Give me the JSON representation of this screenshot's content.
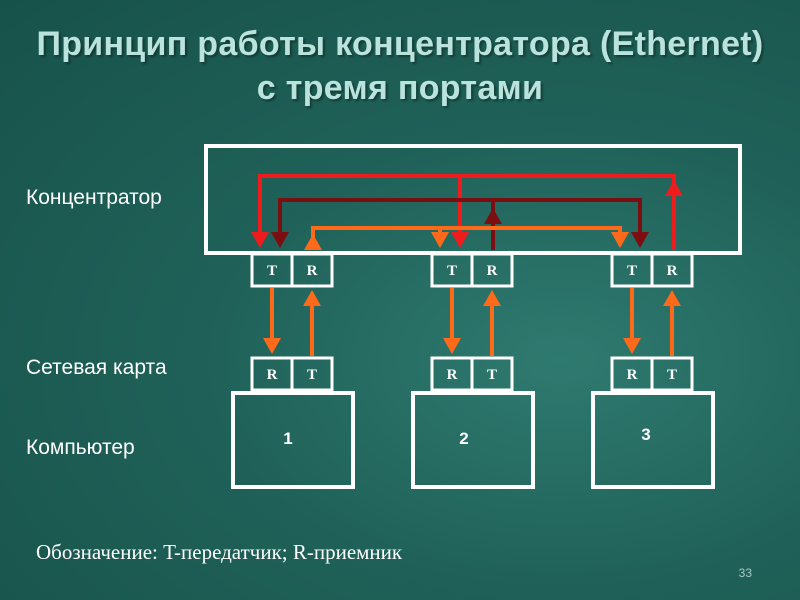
{
  "title_line1": "Принцип работы концентратора (Ethernet)",
  "title_line2": "с тремя портами",
  "labels": {
    "hub": "Концентратор",
    "nic": "Сетевая карта",
    "computer": "Компьютер"
  },
  "legend": "Обозначение: T-передатчик; R-приемник",
  "page_number": "33",
  "hub_ports": [
    {
      "t": "T",
      "r": "R"
    },
    {
      "t": "T",
      "r": "R"
    },
    {
      "t": "T",
      "r": "R"
    }
  ],
  "nic_ports": [
    {
      "r": "R",
      "t": "T"
    },
    {
      "r": "R",
      "t": "T"
    },
    {
      "r": "R",
      "t": "T"
    }
  ],
  "computers": [
    "1",
    "2",
    "3"
  ],
  "colors": {
    "background": "#1f6158",
    "title": "#b9e3dc",
    "box": "#ffffff",
    "bus_red": "#ee1c1c",
    "bus_dark": "#7a0e10",
    "bus_orange": "#ff6a1a"
  }
}
